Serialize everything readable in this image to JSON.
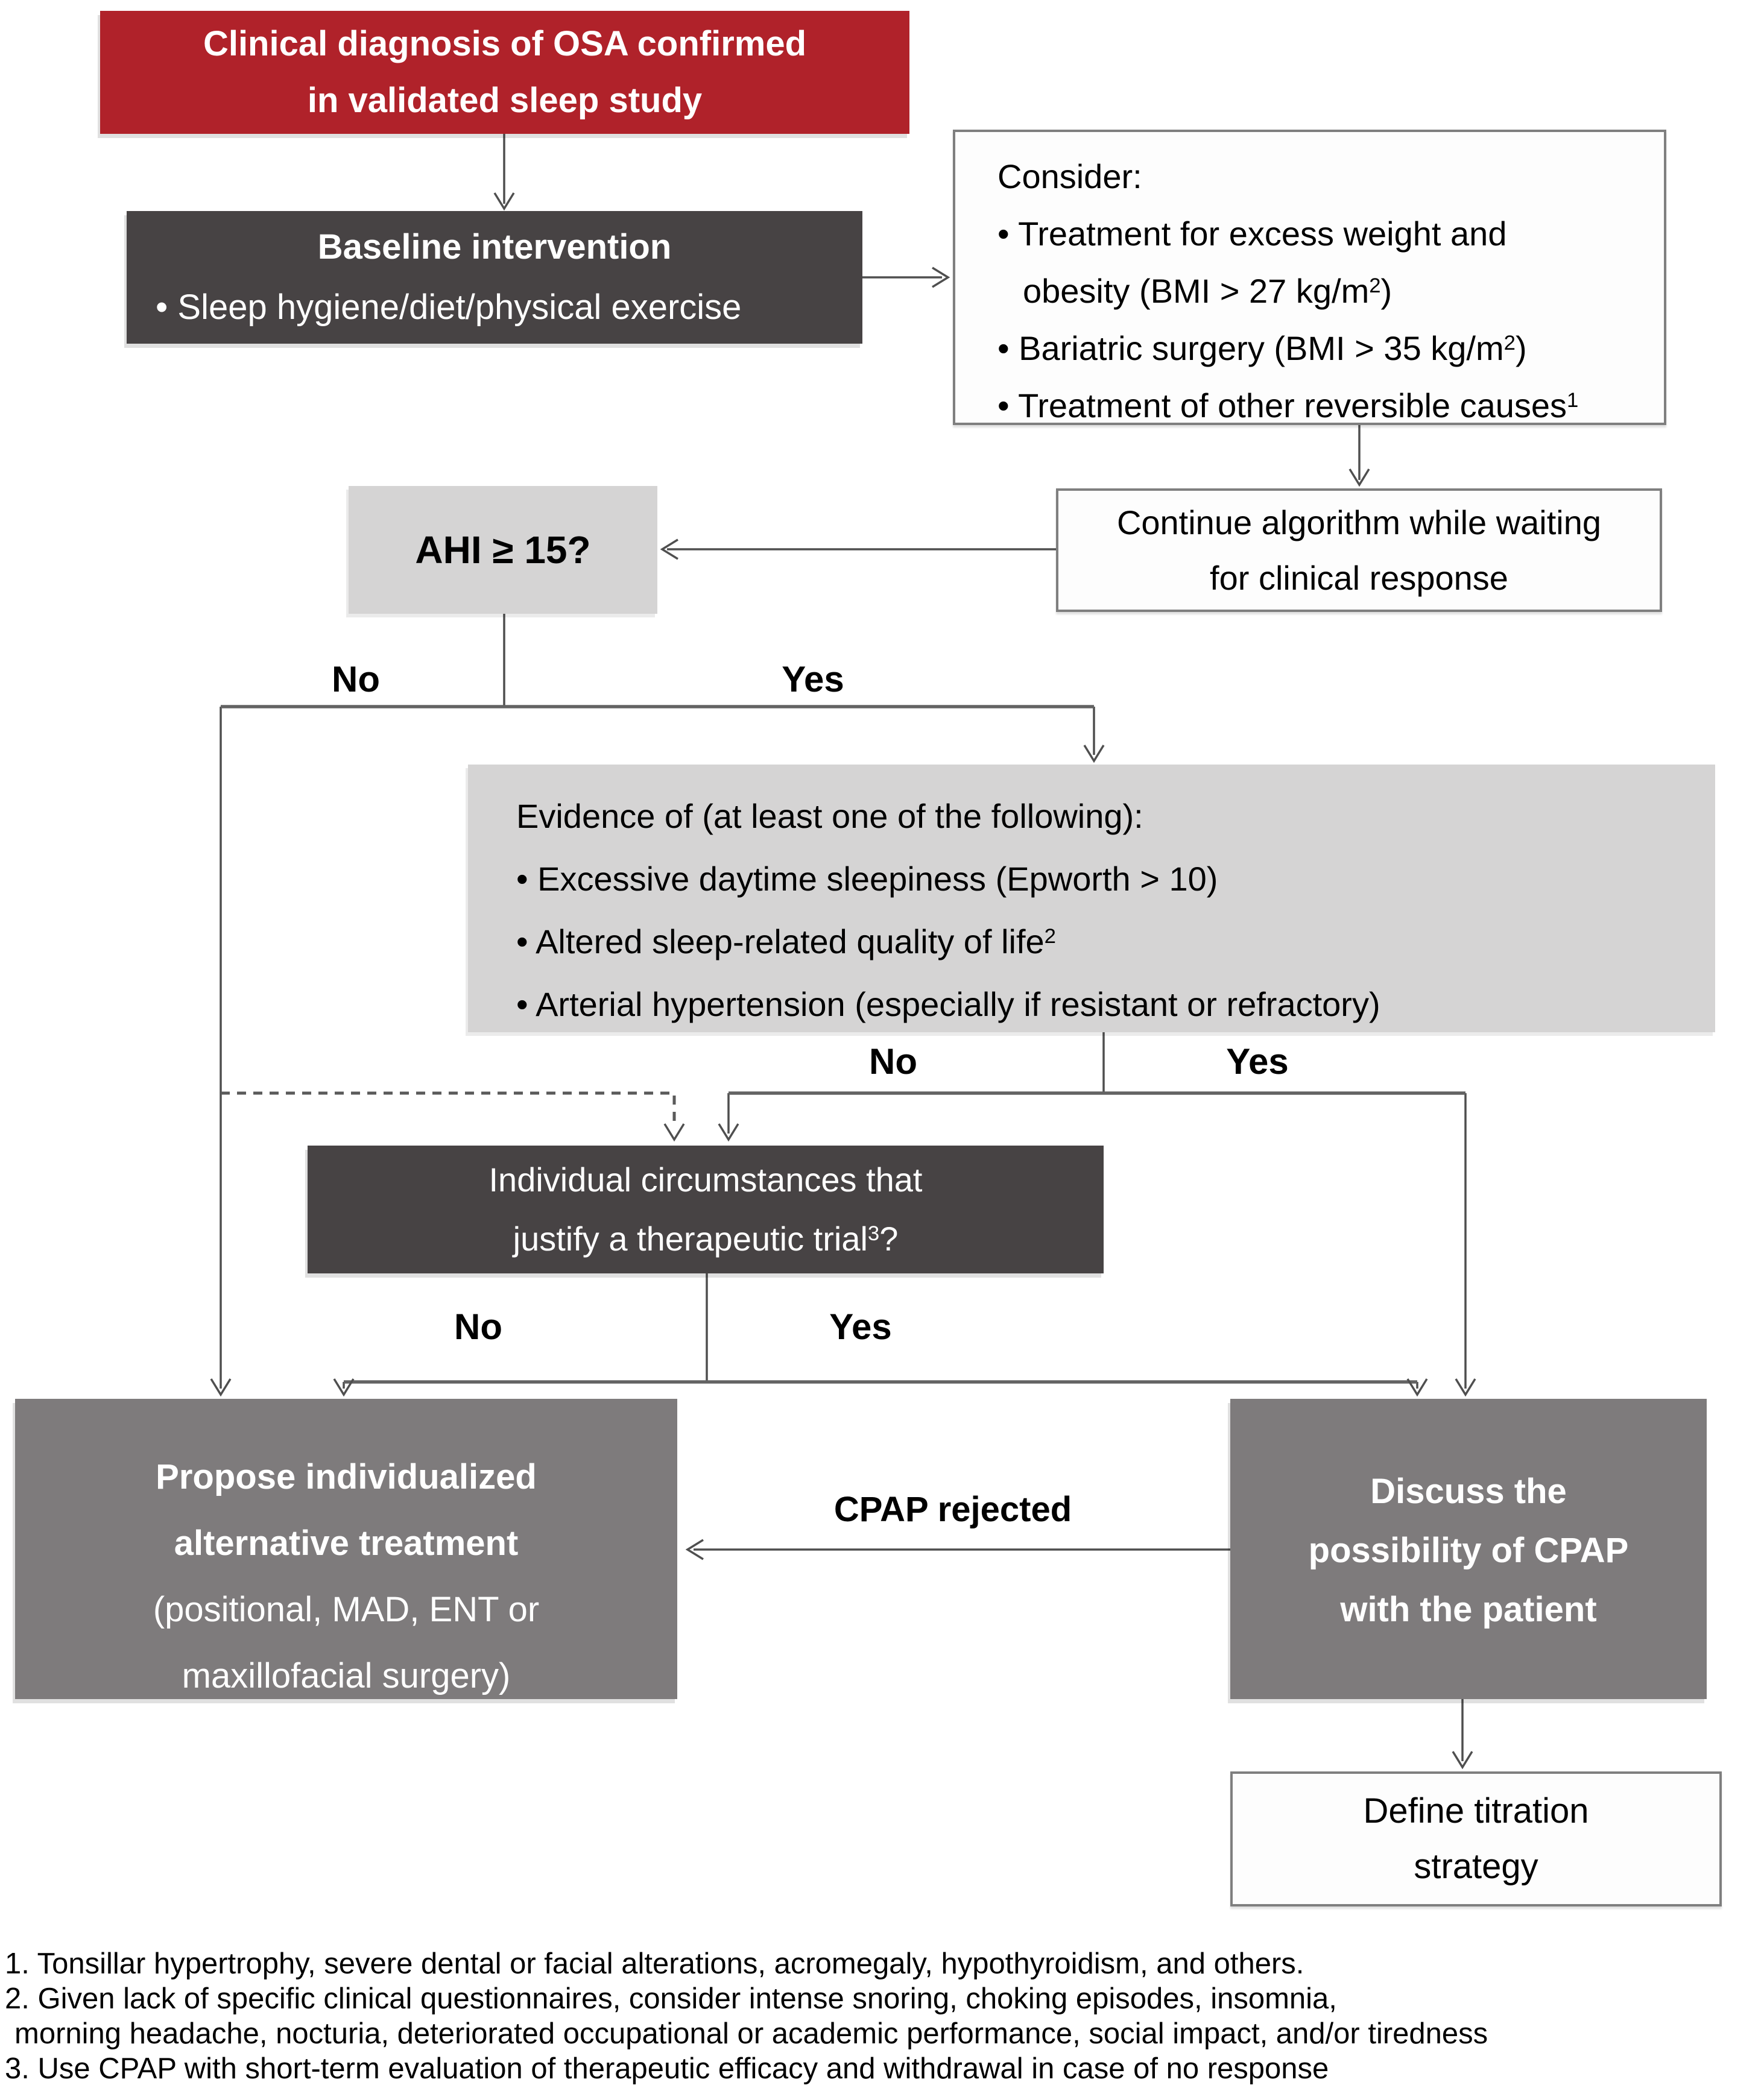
{
  "diagram": {
    "boxes": {
      "diagnosis": {
        "lines": [
          "Clinical diagnosis of OSA confirmed",
          "in validated sleep study"
        ]
      },
      "baseline": {
        "title": "Baseline intervention",
        "bullet": "• Sleep hygiene/diet/physical exercise"
      },
      "consider": {
        "lines": [
          {
            "pre": "Consider:"
          },
          {
            "pre": "• Treatment for excess weight and"
          },
          {
            "pre": "obesity (BMI > 27 kg/m",
            "sup": "2",
            "post": ")"
          },
          {
            "pre": "• Bariatric surgery (BMI > 35 kg/m",
            "sup": "2",
            "post": ")"
          },
          {
            "pre": "• Treatment of other reversible causes",
            "sup": "1"
          }
        ]
      },
      "continue": {
        "lines": [
          "Continue algorithm while waiting",
          "for clinical response"
        ]
      },
      "ahi": {
        "label": "AHI ≥ 15?"
      },
      "evidence": {
        "lines": [
          {
            "pre": "Evidence of (at least one of the following):"
          },
          {
            "pre": "• Excessive daytime sleepiness (Epworth > 10)"
          },
          {
            "pre": "• Altered sleep-related quality of life",
            "sup": "2"
          },
          {
            "pre": "• Arterial hypertension (especially if resistant or refractory)"
          }
        ]
      },
      "individual": {
        "lines": [
          {
            "pre": "Individual circumstances that"
          },
          {
            "pre": "justify a therapeutic trial",
            "sup": "3",
            "post": "?"
          }
        ]
      },
      "propose": {
        "bold_lines": [
          "Propose individualized",
          "alternative treatment"
        ],
        "regular_lines": [
          "(positional, MAD, ENT or",
          "maxillofacial surgery)"
        ]
      },
      "discuss": {
        "lines": [
          "Discuss the",
          "possibility of CPAP",
          "with the patient"
        ]
      },
      "define": {
        "lines": [
          "Define titration",
          "strategy"
        ]
      }
    },
    "labels": {
      "ahi_no": "No",
      "ahi_yes": "Yes",
      "evidence_no": "No",
      "evidence_yes": "Yes",
      "individual_no": "No",
      "individual_yes": "Yes",
      "cpap_rejected": "CPAP rejected"
    },
    "footnotes": [
      "1. Tonsillar hypertrophy, severe dental or facial alterations, acromegaly, hypothyroidism, and others.",
      "2. Given lack of specific clinical questionnaires, consider intense snoring, choking episodes, insomnia,",
      "morning headache, nocturia, deteriorated occupational or academic performance, social impact, and/or tiredness",
      "3. Use CPAP with short-term evaluation of therapeutic efficacy and withdrawal in case of no response"
    ],
    "colors": {
      "red": "#b0222a",
      "charcoal": "#474344",
      "medium_gray": "#7e7b7c",
      "light_gray": "#d5d4d4",
      "box_border": "#7f7f7f",
      "line": "#4f4f4f"
    }
  }
}
